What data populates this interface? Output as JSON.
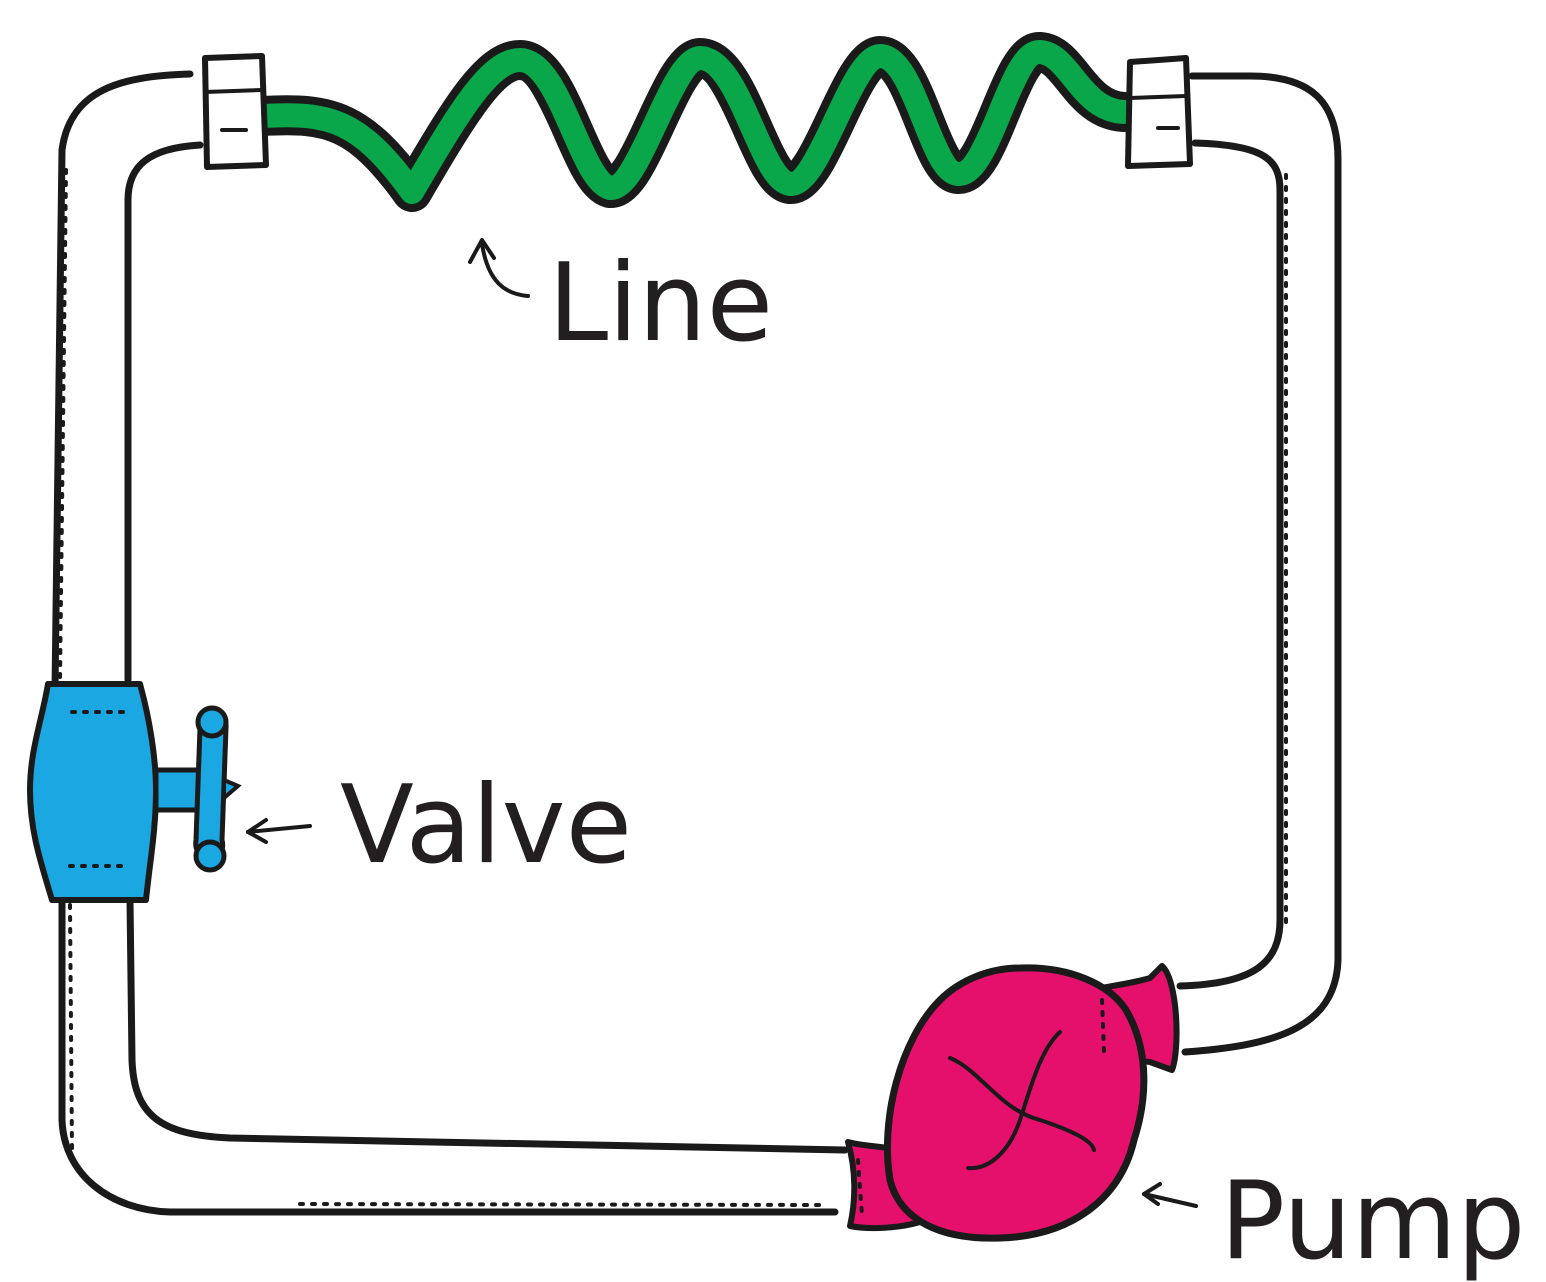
{
  "labels": {
    "line": "Line",
    "valve": "Valve",
    "pump": "Pump"
  },
  "colors": {
    "line": "#0aa64a",
    "valve": "#1ba7e2",
    "pump": "#e5106b",
    "outline": "#1a1a1a",
    "pipe": "#ffffff"
  },
  "icons": {
    "pipe-loop": "pipe-loop-icon",
    "coiled-line": "coil-line-icon",
    "valve": "valve-icon",
    "pump": "pump-icon",
    "fitting": "pipe-fitting-icon"
  }
}
